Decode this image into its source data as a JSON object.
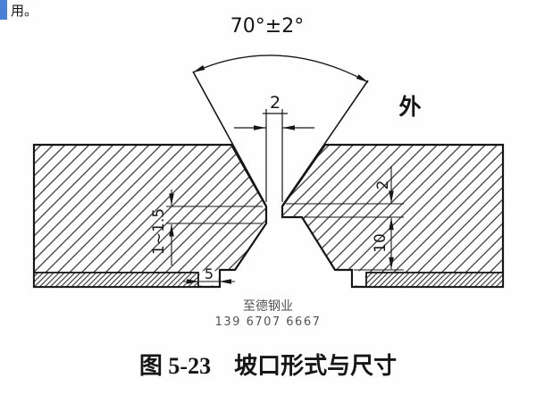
{
  "page": {
    "corner_fragment": "用。",
    "caption": "图 5-23　坡口形式与尺寸"
  },
  "diagram": {
    "angle_label": "70°±2°",
    "root_gap_label": "2",
    "outside_label": "外",
    "root_face_label": "1~1.5",
    "step_label": "5",
    "depth_label": "10",
    "right_root_face_label": "2"
  },
  "watermark": {
    "company": "至德钢业",
    "phone": "139 6707 6667"
  },
  "colors": {
    "line": "#161616",
    "watermark": "#a39393",
    "corner_accent": "#4a80d8",
    "paper": "#fefefe"
  }
}
